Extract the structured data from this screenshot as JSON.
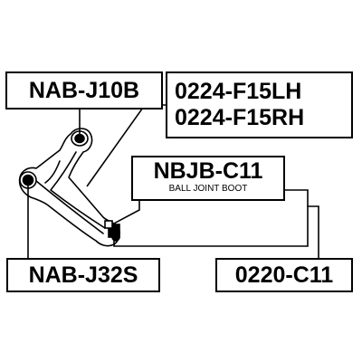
{
  "labels": {
    "nab_j10b": "NAB-J10B",
    "part_lh": "0224-F15LH",
    "part_rh": "0224-F15RH",
    "nbjb_c11": "NBJB-C11",
    "nbjb_c11_desc": "BALL JOINT BOOT",
    "nab_j32s": "NAB-J32S",
    "part_0220_c11": "0220-C11"
  },
  "colors": {
    "line": "#000000",
    "background": "#ffffff",
    "part_fill": "#ffffff"
  }
}
